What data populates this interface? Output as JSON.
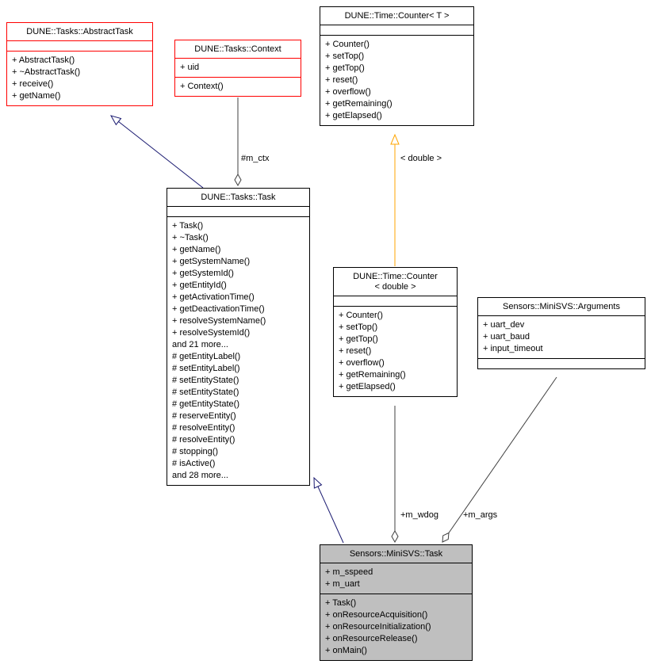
{
  "colors": {
    "inheritance_edge": "#191970",
    "template_edge": "#ffa500",
    "aggregation_edge": "#404040",
    "truncated_class_border": "#ff0000",
    "class_border": "#000000",
    "focus_class_fill": "#bfbfbf",
    "class_fill": "#ffffff"
  },
  "classes": {
    "abstract_task": {
      "title": "DUNE::Tasks::AbstractTask",
      "attributes": [],
      "methods": [
        "+ AbstractTask()",
        "+ ~AbstractTask()",
        "+ receive()",
        "+ getName()"
      ]
    },
    "context": {
      "title": "DUNE::Tasks::Context",
      "attributes": [
        "+ uid"
      ],
      "methods": [
        "+ Context()"
      ]
    },
    "counter_t": {
      "title": "DUNE::Time::Counter< T >",
      "attributes": [],
      "methods": [
        "+ Counter()",
        "+ setTop()",
        "+ getTop()",
        "+ reset()",
        "+ overflow()",
        "+ getRemaining()",
        "+ getElapsed()"
      ]
    },
    "task": {
      "title": "DUNE::Tasks::Task",
      "attributes": [],
      "methods": [
        "+ Task()",
        "+ ~Task()",
        "+ getName()",
        "+ getSystemName()",
        "+ getSystemId()",
        "+ getEntityId()",
        "+ getActivationTime()",
        "+ getDeactivationTime()",
        "+ resolveSystemName()",
        "+ resolveSystemId()",
        "and 21 more...",
        "# getEntityLabel()",
        "# setEntityLabel()",
        "# setEntityState()",
        "# setEntityState()",
        "# getEntityState()",
        "# reserveEntity()",
        "# resolveEntity()",
        "# resolveEntity()",
        "# stopping()",
        "# isActive()",
        "and 28 more..."
      ]
    },
    "counter_double": {
      "title": "DUNE::Time::Counter\n< double >",
      "attributes": [],
      "methods": [
        "+ Counter()",
        "+ setTop()",
        "+ getTop()",
        "+ reset()",
        "+ overflow()",
        "+ getRemaining()",
        "+ getElapsed()"
      ]
    },
    "arguments": {
      "title": "Sensors::MiniSVS::Arguments",
      "attributes": [
        "+ uart_dev",
        "+ uart_baud",
        "+ input_timeout"
      ],
      "methods": []
    },
    "minisvs_task": {
      "title": "Sensors::MiniSVS::Task",
      "attributes": [
        "+ m_sspeed",
        "+ m_uart"
      ],
      "methods": [
        "+ Task()",
        "+ onResourceAcquisition()",
        "+ onResourceInitialization()",
        "+ onResourceRelease()",
        "+ onMain()"
      ]
    }
  },
  "relationships": [
    {
      "type": "inheritance",
      "derived": "DUNE::Tasks::Task",
      "base": "DUNE::Tasks::AbstractTask",
      "label": ""
    },
    {
      "type": "aggregation",
      "owner": "DUNE::Tasks::Task",
      "part": "DUNE::Tasks::Context",
      "label": "#m_ctx"
    },
    {
      "type": "template-instance",
      "instance": "DUNE::Time::Counter< double >",
      "template": "DUNE::Time::Counter< T >",
      "label": "< double >"
    },
    {
      "type": "inheritance",
      "derived": "Sensors::MiniSVS::Task",
      "base": "DUNE::Tasks::Task",
      "label": ""
    },
    {
      "type": "aggregation",
      "owner": "Sensors::MiniSVS::Task",
      "part": "DUNE::Time::Counter< double >",
      "label": "+m_wdog"
    },
    {
      "type": "aggregation",
      "owner": "Sensors::MiniSVS::Task",
      "part": "Sensors::MiniSVS::Arguments",
      "label": "+m_args"
    }
  ]
}
